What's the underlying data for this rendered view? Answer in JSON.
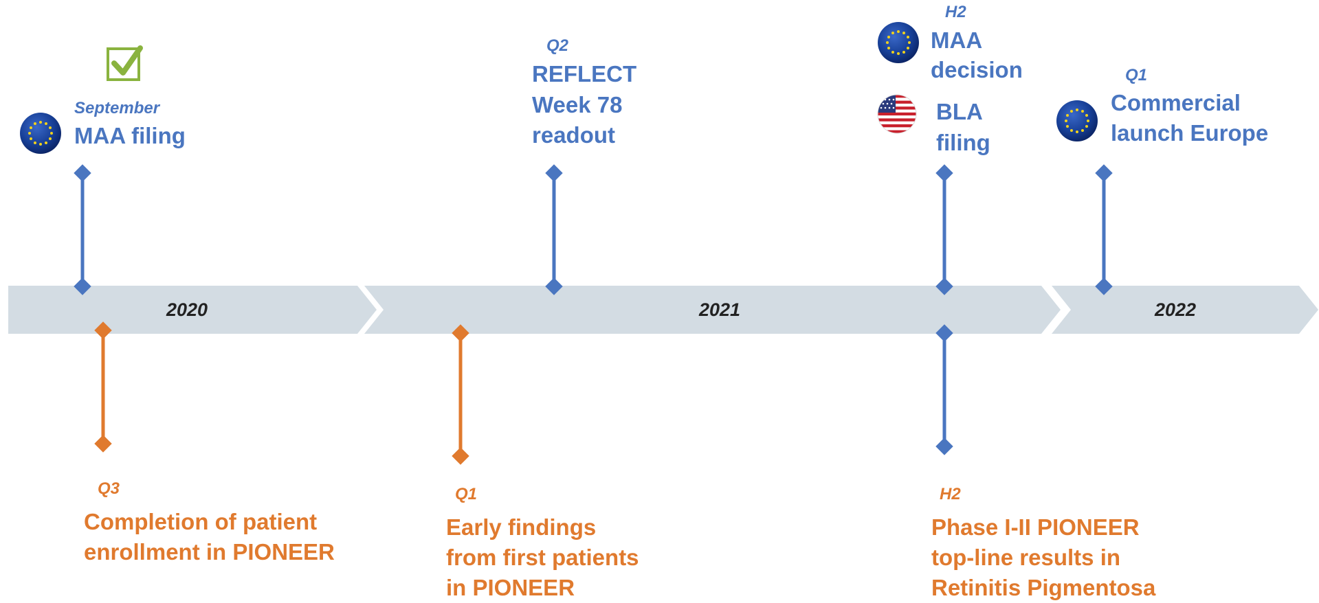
{
  "years": [
    "2020",
    "2021",
    "2022"
  ],
  "upper_events": [
    {
      "period": "September",
      "title_lines": [
        "MAA filing"
      ],
      "icon": "eu-flag-icon"
    },
    {
      "period": "Q2",
      "title_lines": [
        "REFLECT",
        "Week 78",
        "readout"
      ]
    },
    {
      "period": "H2",
      "title_lines": [
        "MAA",
        "decision"
      ],
      "icon": "eu-flag-icon"
    },
    {
      "period": "",
      "title_lines": [
        "BLA",
        "filing"
      ],
      "icon": "us-flag-icon"
    },
    {
      "period": "Q1",
      "title_lines": [
        "Commercial",
        "launch Europe"
      ],
      "icon": "eu-flag-icon"
    }
  ],
  "lower_events": [
    {
      "period": "Q3",
      "title_lines": [
        "Completion of patient",
        "enrollment in PIONEER"
      ]
    },
    {
      "period": "Q1",
      "title_lines": [
        "Early findings",
        "from first patients",
        "in PIONEER"
      ]
    },
    {
      "period": "H2",
      "title_lines": [
        "Phase I-II PIONEER",
        "top-line results in",
        "Retinitis Pigmentosa"
      ]
    }
  ],
  "done_marker": "check-icon",
  "colors": {
    "upper": "#4a76c0",
    "lower_orange": "#e07a2e",
    "lower_blue": "#4a76c0",
    "bar": "#d3dce3",
    "check": "#8ab33f"
  }
}
